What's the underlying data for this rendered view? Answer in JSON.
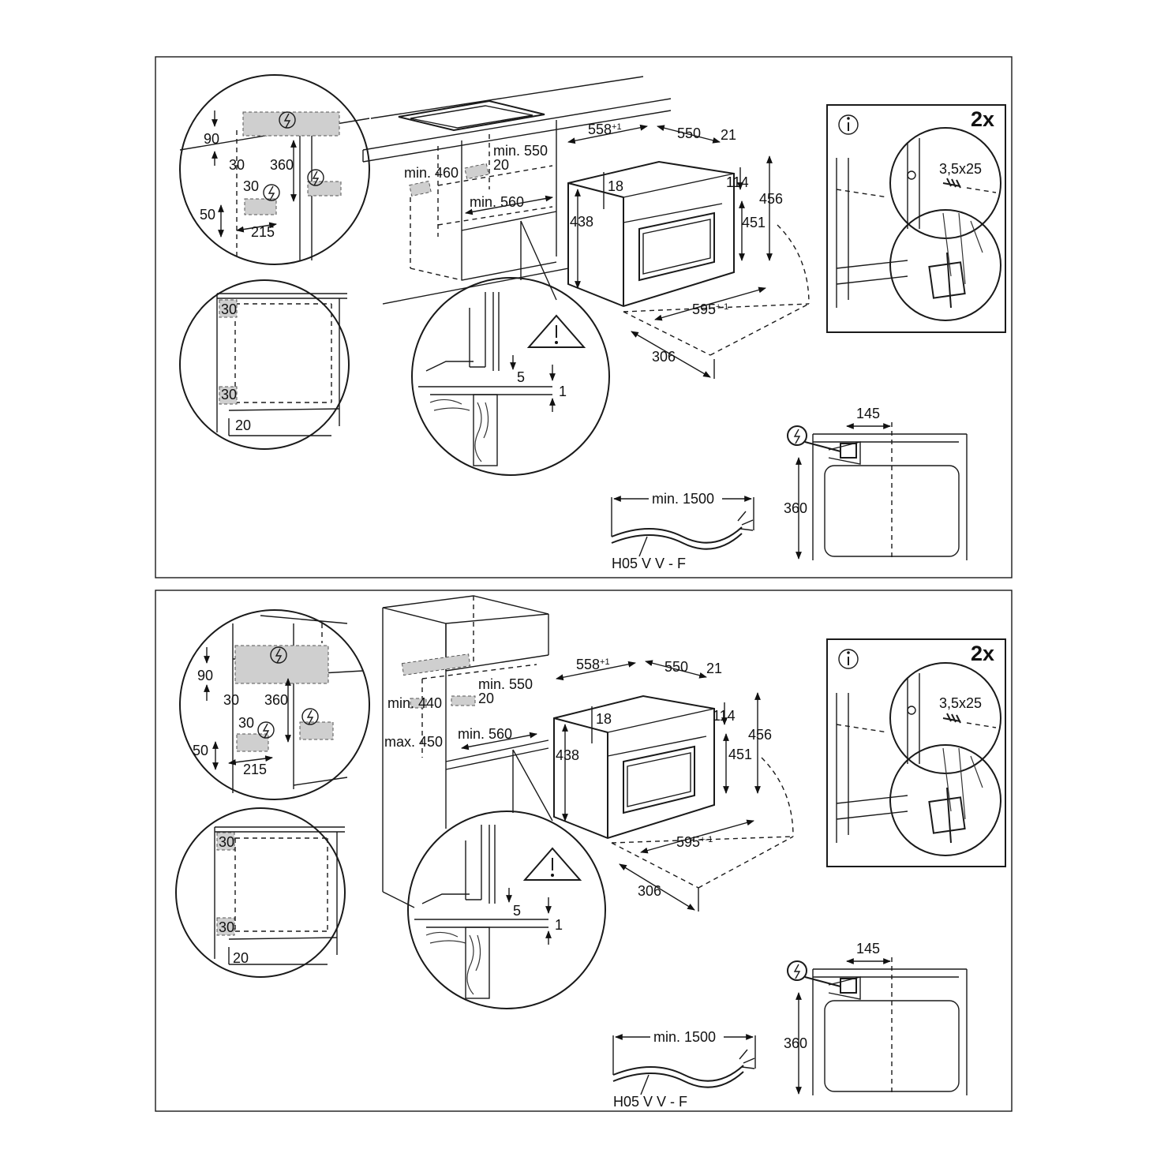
{
  "panels": [
    {
      "labels": {
        "cutout_height": "90",
        "gap_top": "30",
        "cutout_depth": "360",
        "gap_side": "30",
        "bottom_gap": "50",
        "cutout_width": "215",
        "niche_depth": "min. 550",
        "niche_height": "min. 460",
        "niche_offset": "20",
        "niche_width": "min. 560",
        "oven_width": "558",
        "oven_width_sup": "+1",
        "oven_depth": "550",
        "front_gap": "21",
        "top_gap": "18",
        "height_114": "114",
        "height_456": "456",
        "oven_height": "438",
        "inner_height": "451",
        "front_width": "595",
        "front_width_sup": "+-1",
        "depth_306": "306",
        "vent_top": "30",
        "vent_bottom": "30",
        "vent_base": "20",
        "gap_5": "5",
        "gap_1": "1",
        "screws_count": "2x",
        "screw_size": "3,5x25",
        "socket_offset": "145",
        "socket_height": "360",
        "cable_length": "min. 1500",
        "cable_type": "H05 V V - F"
      }
    },
    {
      "labels": {
        "cutout_height": "90",
        "gap_top": "30",
        "cutout_depth": "360",
        "gap_side": "30",
        "bottom_gap": "50",
        "cutout_width": "215",
        "niche_depth": "min. 550",
        "niche_height": "min. 440",
        "niche_max": "max. 450",
        "niche_offset": "20",
        "niche_width": "min. 560",
        "oven_width": "558",
        "oven_width_sup": "+1",
        "oven_depth": "550",
        "front_gap": "21",
        "top_gap": "18",
        "height_114": "114",
        "height_456": "456",
        "oven_height": "438",
        "inner_height": "451",
        "front_width": "595",
        "front_width_sup": "+-1",
        "depth_306": "306",
        "vent_top": "30",
        "vent_bottom": "30",
        "vent_base": "20",
        "gap_5": "5",
        "gap_1": "1",
        "screws_count": "2x",
        "screw_size": "3,5x25",
        "socket_offset": "145",
        "socket_height": "360",
        "cable_length": "min. 1500",
        "cable_type": "H05 V V - F"
      }
    }
  ],
  "icons": {
    "info": "info-icon",
    "warning": "warning-triangle-icon",
    "electric": "electric-connection-icon"
  }
}
